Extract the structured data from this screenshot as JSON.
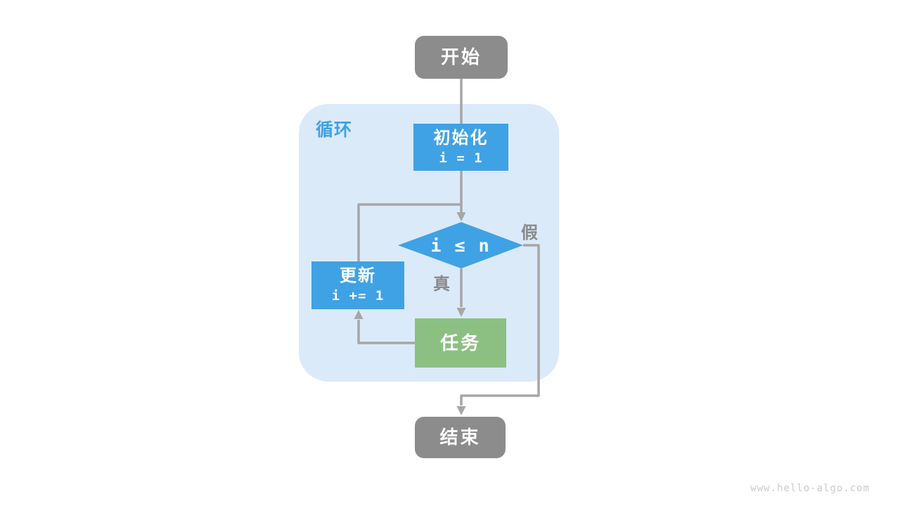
{
  "nodes": {
    "start": {
      "label": "开始"
    },
    "init": {
      "label": "初始化",
      "code": "i = 1"
    },
    "condition": {
      "label": "i ≤ n"
    },
    "update": {
      "label": "更新",
      "code": "i += 1"
    },
    "task": {
      "label": "任务"
    },
    "end": {
      "label": "结束"
    }
  },
  "labels": {
    "loop": "循环",
    "true": "真",
    "false": "假"
  },
  "watermark": "www.hello-algo.com",
  "colors": {
    "node_blue": "#3fa2e4",
    "node_green": "#8cc083",
    "node_gray": "#8c8c8c",
    "loop_background": "#dbeaf9",
    "loop_label_blue": "#3fa2e4",
    "connector_gray": "#a6a6a6",
    "branch_label_gray": "#8a8a8a",
    "watermark_gray": "#cbcbcb",
    "text_white": "#ffffff"
  }
}
